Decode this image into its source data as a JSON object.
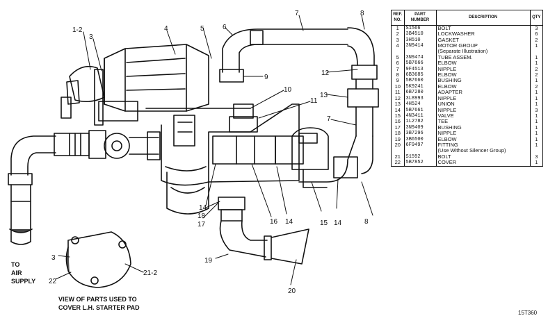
{
  "callouts": {
    "c1_2": "1-2",
    "c3": "3",
    "c4": "4",
    "c5": "5",
    "c6": "6",
    "c7a": "7",
    "c8a": "8",
    "c9": "9",
    "c10": "10",
    "c11": "11",
    "c12": "12",
    "c13": "13",
    "c7b": "7",
    "c8b": "8",
    "c14a": "14",
    "c15": "15",
    "c14b": "14",
    "c16": "16",
    "c14c": "14",
    "c18": "18",
    "c17": "17",
    "c19": "19",
    "c20": "20",
    "c3b": "3",
    "c22": "22",
    "c21_2": "21-2"
  },
  "notes": {
    "to": "TO",
    "air": "AIR",
    "supply": "SUPPLY",
    "view_line1": "VIEW OF PARTS USED TO",
    "view_line2": "COVER L.H. STARTER PAD"
  },
  "table": {
    "headers": {
      "ref": "REF. NO.",
      "part": "PART NUMBER",
      "description": "DESCRIPTION",
      "qty": "QTY"
    },
    "rows": [
      {
        "ref": "1",
        "part": "S1566",
        "desc": "BOLT",
        "qty": "3"
      },
      {
        "ref": "2",
        "part": "3B4510",
        "desc": "LOCKWASHER",
        "qty": "6"
      },
      {
        "ref": "3",
        "part": "3H510",
        "desc": "GASKET",
        "qty": "2"
      },
      {
        "ref": "4",
        "part": "3N9414",
        "desc": "MOTOR GROUP",
        "qty": "1"
      },
      {
        "ref": "",
        "part": "",
        "desc": "(Separate Illustration)",
        "qty": ""
      },
      {
        "ref": "5",
        "part": "3N9474",
        "desc": "TUBE ASSEM.",
        "qty": "1"
      },
      {
        "ref": "6",
        "part": "5B7666",
        "desc": "ELBOW",
        "qty": "1"
      },
      {
        "ref": "7",
        "part": "9F4513",
        "desc": "NIPPLE",
        "qty": "2"
      },
      {
        "ref": "8",
        "part": "6B3685",
        "desc": "ELBOW",
        "qty": "2"
      },
      {
        "ref": "9",
        "part": "5B7660",
        "desc": "BUSHING",
        "qty": "1"
      },
      {
        "ref": "10",
        "part": "5K9241",
        "desc": "ELBOW",
        "qty": "2"
      },
      {
        "ref": "11",
        "part": "6B7280",
        "desc": "ADAPTER",
        "qty": "1"
      },
      {
        "ref": "12",
        "part": "3L8993",
        "desc": "NIPPLE",
        "qty": "1"
      },
      {
        "ref": "13",
        "part": "4H524",
        "desc": "UNION",
        "qty": "1"
      },
      {
        "ref": "14",
        "part": "5B7661",
        "desc": "NIPPLE",
        "qty": "3"
      },
      {
        "ref": "15",
        "part": "4N3411",
        "desc": "VALVE",
        "qty": "1"
      },
      {
        "ref": "16",
        "part": "1L2782",
        "desc": "TEE",
        "qty": "1"
      },
      {
        "ref": "17",
        "part": "3N9409",
        "desc": "BUSHING",
        "qty": "1"
      },
      {
        "ref": "18",
        "part": "3B7296",
        "desc": "NIPPLE",
        "qty": "1"
      },
      {
        "ref": "19",
        "part": "3B6500",
        "desc": "ELBOW",
        "qty": "1"
      },
      {
        "ref": "20",
        "part": "6F9497",
        "desc": "FITTING",
        "qty": "1"
      },
      {
        "ref": "",
        "part": "",
        "desc": "(Use Without Silencer Group)",
        "qty": ""
      },
      {
        "ref": "21",
        "part": "S1592",
        "desc": "BOLT",
        "qty": "3"
      },
      {
        "ref": "22",
        "part": "5B7852",
        "desc": "COVER",
        "qty": "1"
      }
    ]
  },
  "drawing_number": "15T360"
}
